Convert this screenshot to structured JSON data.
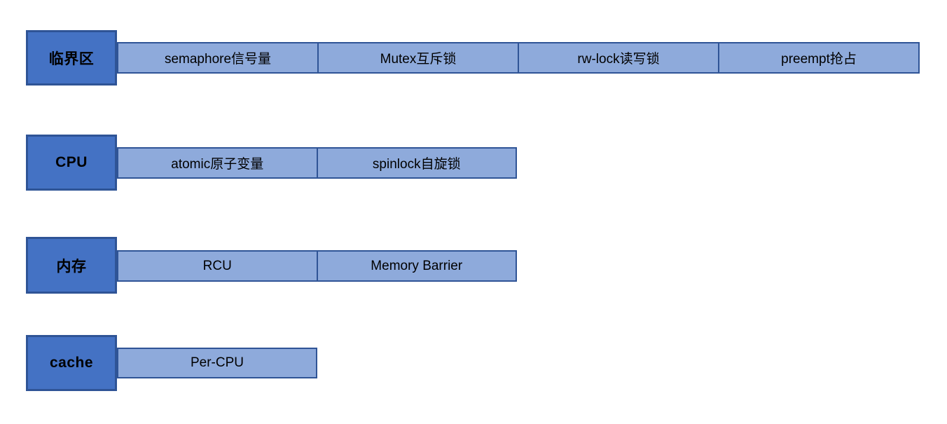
{
  "colors": {
    "header_fill": "#4472C4",
    "header_border": "#2F5496",
    "bar_fill": "#8EAADB",
    "bar_border": "#2F5496",
    "text": "#000000"
  },
  "rows": [
    {
      "header": "临界区",
      "segments": [
        {
          "label": "semaphore信号量"
        },
        {
          "label": "Mutex互斥锁"
        },
        {
          "label": "rw-lock读写锁"
        },
        {
          "label": "preempt抢占"
        }
      ]
    },
    {
      "header": "CPU",
      "segments": [
        {
          "label": "atomic原子变量"
        },
        {
          "label": "spinlock自旋锁"
        }
      ]
    },
    {
      "header": "内存",
      "segments": [
        {
          "label": "RCU"
        },
        {
          "label": "Memory Barrier"
        }
      ]
    },
    {
      "header": "cache",
      "segments": [
        {
          "label": "Per-CPU"
        }
      ]
    }
  ]
}
